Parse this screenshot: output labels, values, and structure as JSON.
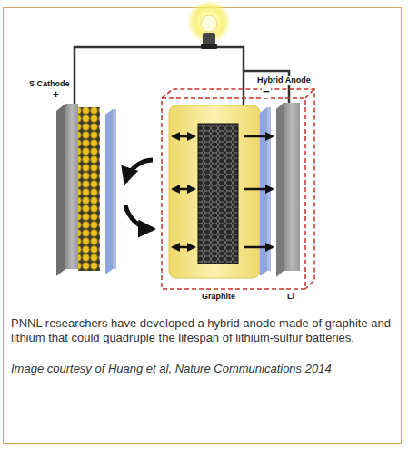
{
  "diagram": {
    "caption": "PNNL researchers have developed a hybrid anode made of graphite and lithium that could quadruple the lifespan of lithium-sulfur batteries.",
    "labels": [
      "S Cathode",
      "+",
      "Hybrid Anode",
      "−",
      "Graphite",
      "Li",
      "Image courtesy of Huang et al, Nature Communications 2014"
    ]
  }
}
